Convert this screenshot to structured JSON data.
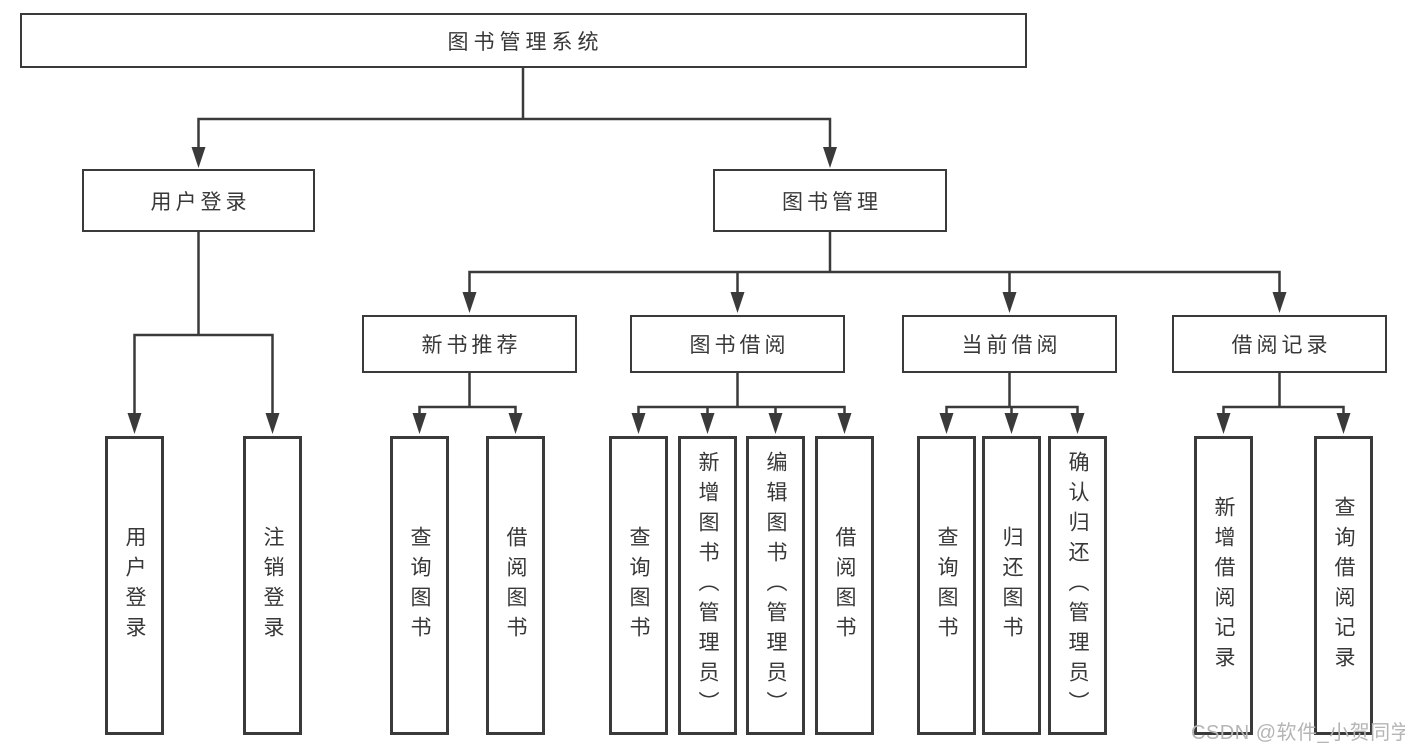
{
  "title": {
    "label": "图书管理系统"
  },
  "level2": [
    {
      "id": "user-login",
      "label": "用户登录"
    },
    {
      "id": "book-management",
      "label": "图书管理"
    }
  ],
  "level3": [
    {
      "id": "new-book-recommend",
      "label": "新书推荐"
    },
    {
      "id": "book-borrowing",
      "label": "图书借阅"
    },
    {
      "id": "current-borrowing",
      "label": "当前借阅"
    },
    {
      "id": "borrowing-records",
      "label": "借阅记录"
    }
  ],
  "leaves": {
    "user_login_group": [
      {
        "label": "用户登录"
      },
      {
        "label": "注销登录"
      }
    ],
    "new_book_group": [
      {
        "label": "查询图书"
      },
      {
        "label": "借阅图书"
      }
    ],
    "book_borrow_group": [
      {
        "label": "查询图书"
      },
      {
        "label": "新增图书（管理员）"
      },
      {
        "label": "编辑图书（管理员）"
      },
      {
        "label": "借阅图书"
      }
    ],
    "current_borrow_group": [
      {
        "label": "查询图书"
      },
      {
        "label": "归还图书"
      },
      {
        "label": "确认归还（管理员）"
      }
    ],
    "records_group": [
      {
        "label": "新增借阅记录"
      },
      {
        "label": "查询借阅记录"
      }
    ]
  },
  "watermark": {
    "text": "CSDN @软件_小贺同学"
  },
  "colors": {
    "line": "#3a3a3a",
    "box_border": "#3a3a3a",
    "text": "#383838",
    "watermark": "#b5b5b5",
    "background": "#ffffff"
  }
}
